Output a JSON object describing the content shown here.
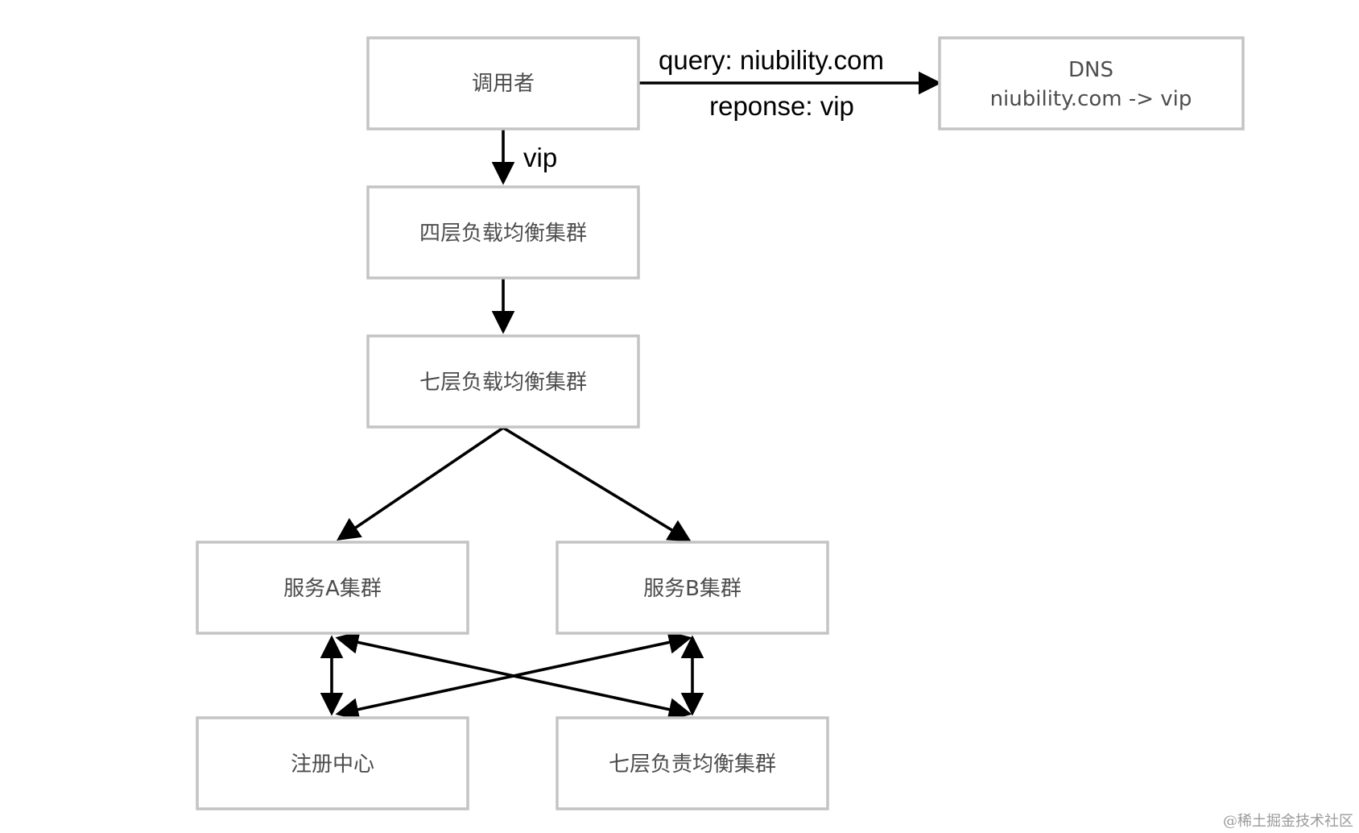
{
  "diagram": {
    "nodes": {
      "caller": "调用者",
      "dns_title": "DNS",
      "dns_record": "niubility.com -> vip",
      "l4_cluster": "四层负载均衡集群",
      "l7_cluster": "七层负载均衡集群",
      "service_a": "服务A集群",
      "service_b": "服务B集群",
      "registry": "注册中心",
      "l7_cluster_bottom": "七层负责均衡集群"
    },
    "edge_labels": {
      "dns_query": "query: niubility.com",
      "dns_response": "reponse: vip",
      "caller_to_l4": "vip"
    }
  },
  "watermark": "@稀土掘金技术社区"
}
